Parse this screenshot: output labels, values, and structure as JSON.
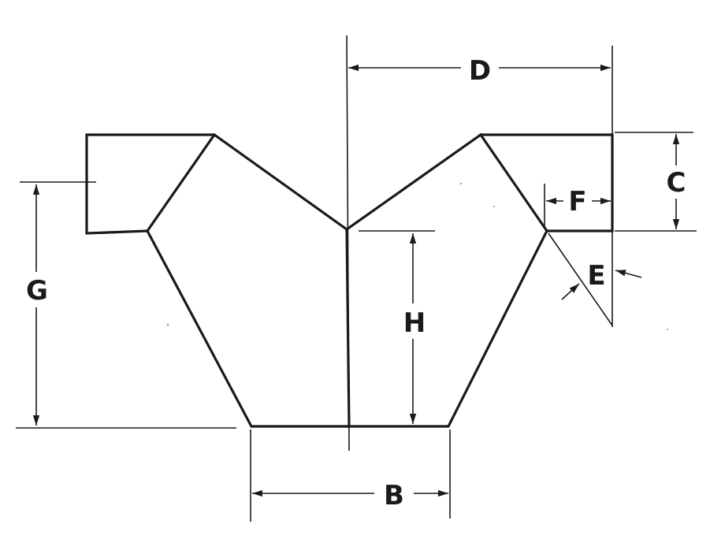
{
  "diagram": {
    "labels": {
      "b": "B",
      "c": "C",
      "d": "D",
      "e": "E",
      "f": "F",
      "g": "G",
      "h": "H"
    },
    "colors": {
      "ink": "#1a1a1a",
      "paper": "#ffffff"
    }
  }
}
